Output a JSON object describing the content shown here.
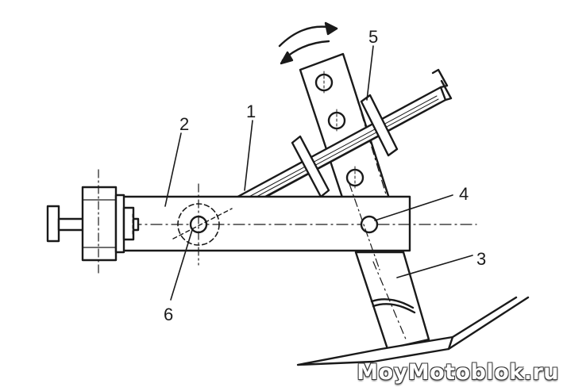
{
  "callouts": [
    {
      "id": "1",
      "text": "1"
    },
    {
      "id": "2",
      "text": "2"
    },
    {
      "id": "3",
      "text": "3"
    },
    {
      "id": "4",
      "text": "4"
    },
    {
      "id": "5",
      "text": "5"
    },
    {
      "id": "6",
      "text": "6"
    }
  ],
  "watermark": "MoyMotoblok.ru",
  "colors": {
    "line": "#1a1a1a",
    "background": "#ffffff"
  }
}
